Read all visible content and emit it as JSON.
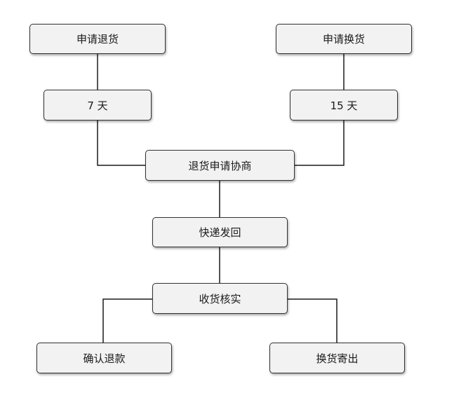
{
  "nodes": {
    "apply_return": "申请退货",
    "apply_exchange": "申请换货",
    "return_days": "7 天",
    "exchange_days": "15 天",
    "negotiation": "退货申请协商",
    "express_back": "快递发回",
    "receive_check": "收货核实",
    "confirm_refund": "确认退款",
    "exchange_ship": "换货寄出"
  },
  "colors": {
    "node_fill": "#f2f2f2",
    "node_border": "#333333",
    "connector": "#1a1a1a"
  }
}
